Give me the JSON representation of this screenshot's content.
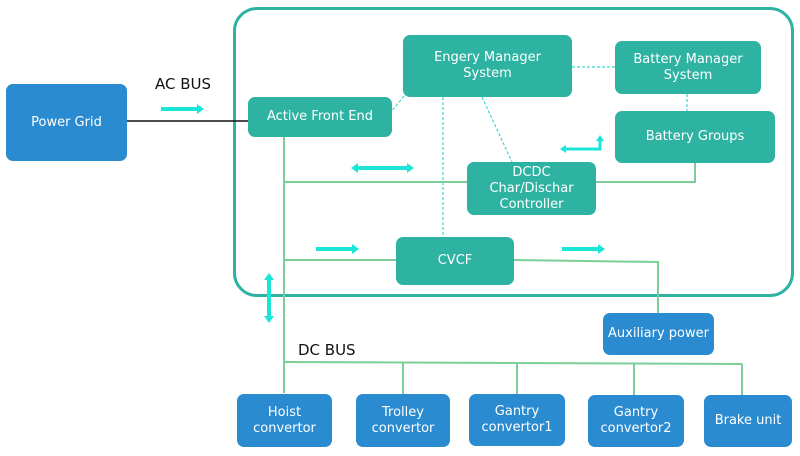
{
  "labels": {
    "ac_bus": "AC BUS",
    "dc_bus": "DC BUS"
  },
  "nodes": {
    "power_grid": "Power Grid",
    "active_front_end": "Active Front End",
    "energy_manager": "Engery Manager\nSystem",
    "battery_manager": "Battery Manager\nSystem",
    "battery_groups": "Battery Groups",
    "dcdc": "DCDC\nChar/Dischar\nController",
    "cvcf": "CVCF",
    "auxiliary_power": "Auxiliary power",
    "hoist": "Hoist\nconvertor",
    "trolley": "Trolley\nconvertor",
    "gantry1": "Gantry\nconvertor1",
    "gantry2": "Gantry\nconvertor2",
    "brake": "Brake unit"
  },
  "colors": {
    "teal": "#2eb3a3",
    "blue": "#2a8bd0",
    "arrow": "#19e6d6",
    "wire": "#7dcf9a",
    "dashed": "#3fd6d0"
  }
}
